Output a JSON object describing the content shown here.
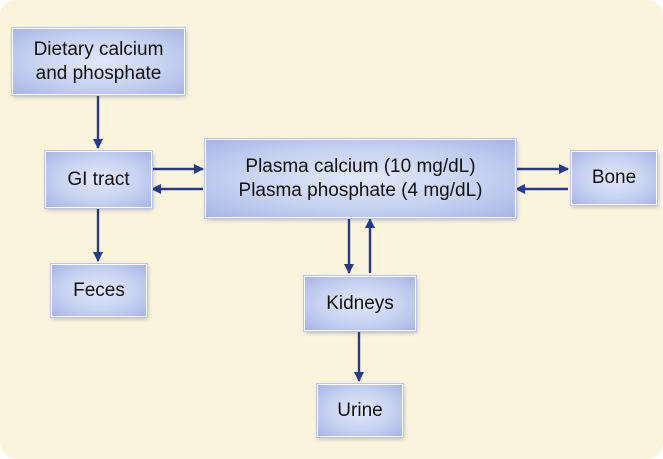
{
  "nodes": {
    "dietary": {
      "line1": "Dietary calcium",
      "line2": "and phosphate"
    },
    "gi_tract": {
      "label": "GI tract"
    },
    "plasma": {
      "line1": "Plasma calcium (10 mg/dL)",
      "line2": "Plasma phosphate (4 mg/dL)"
    },
    "bone": {
      "label": "Bone"
    },
    "feces": {
      "label": "Feces"
    },
    "kidneys": {
      "label": "Kidneys"
    },
    "urine": {
      "label": "Urine"
    }
  },
  "colors": {
    "background": "#fbf4dc",
    "box_fill": "#c7d2f1",
    "arrow": "#253a8a"
  },
  "edges": [
    {
      "from": "dietary",
      "to": "gi_tract"
    },
    {
      "from": "gi_tract",
      "to": "plasma"
    },
    {
      "from": "plasma",
      "to": "gi_tract"
    },
    {
      "from": "plasma",
      "to": "bone"
    },
    {
      "from": "bone",
      "to": "plasma"
    },
    {
      "from": "gi_tract",
      "to": "feces"
    },
    {
      "from": "plasma",
      "to": "kidneys"
    },
    {
      "from": "kidneys",
      "to": "plasma"
    },
    {
      "from": "kidneys",
      "to": "urine"
    }
  ]
}
